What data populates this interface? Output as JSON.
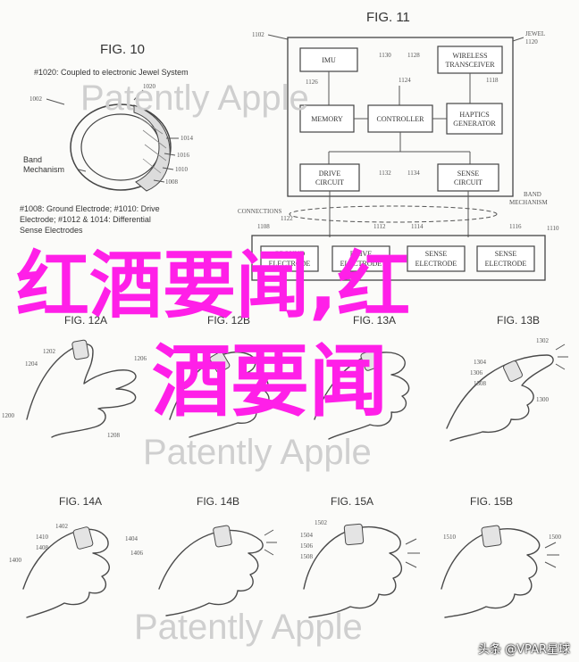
{
  "fig10": {
    "title": "FIG. 10",
    "caption": "#1020: Coupled to electronic Jewel System",
    "n1002": "1002",
    "n1020": "1020",
    "n1014": "1014",
    "n1016": "1016",
    "n1010": "1010",
    "n1008": "1008",
    "band_label_line1": "Band",
    "band_label_line2": "Mechanism",
    "legend_line1": "#1008: Ground Electrode; #1010: Drive",
    "legend_line2": "Electrode; #1012 & 1014: Differential",
    "legend_line3": "Sense Electrodes",
    "watermark": "Patently Apple"
  },
  "fig11": {
    "title": "FIG. 11",
    "jewel_label": "JEWEL",
    "n1102": "1102",
    "n1120": "1120",
    "imu": "IMU",
    "n1130": "1130",
    "n1128": "1128",
    "wireless_line1": "WIRELESS",
    "wireless_line2": "TRANSCEIVER",
    "n1126": "1126",
    "n1124": "1124",
    "n1118": "1118",
    "memory": "MEMORY",
    "controller": "CONTROLLER",
    "haptics_line1": "HAPTICS",
    "haptics_line2": "GENERATOR",
    "drive_line1": "DRIVE",
    "drive_line2": "CIRCUIT",
    "n1132": "1132",
    "n1134": "1134",
    "sense_line1": "SENSE",
    "sense_line2": "CIRCUIT",
    "connections": "CONNECTIONS",
    "n1122": "1122",
    "band_mech_line1": "BAND",
    "band_mech_line2": "MECHANISM",
    "n1110": "1110",
    "n1108": "1108",
    "n1112": "1112",
    "n1114": "1114",
    "n1116": "1116",
    "e1": "GROUND",
    "e1b": "ELECTRODE",
    "e2": "DRIVE",
    "e2b": "ELECTRODE",
    "e3": "SENSE",
    "e3b": "ELECTRODE",
    "e4": "SENSE",
    "e4b": "ELECTRODE"
  },
  "mid": {
    "fig12a": "FIG. 12A",
    "fig12b": "FIG. 12B",
    "fig13a": "FIG. 13A",
    "fig13b": "FIG. 13B",
    "n1202": "1202",
    "n1204": "1204",
    "n1206": "1206",
    "n1208": "1208",
    "n1200": "1200",
    "n1302": "1302",
    "n1304": "1304",
    "n1306": "1306",
    "n1308": "1308",
    "n1300": "1300",
    "watermark": "Patently Apple"
  },
  "bottom": {
    "fig14a": "FIG. 14A",
    "fig14b": "FIG. 14B",
    "fig15a": "FIG. 15A",
    "fig15b": "FIG. 15B",
    "n1402": "1402",
    "n1404": "1404",
    "n1406": "1406",
    "n1408": "1408",
    "n1410": "1410",
    "n1400": "1400",
    "n1502": "1502",
    "n1504": "1504",
    "n1506": "1506",
    "n1508": "1508",
    "n1510": "1510",
    "n1500": "1500",
    "watermark": "Patently Apple"
  },
  "overlay": {
    "line1": "红酒要闻,红",
    "line2": "酒要闻",
    "color": "#ff1fe8"
  },
  "footer": {
    "credit": "头条 @VPAR星球"
  }
}
